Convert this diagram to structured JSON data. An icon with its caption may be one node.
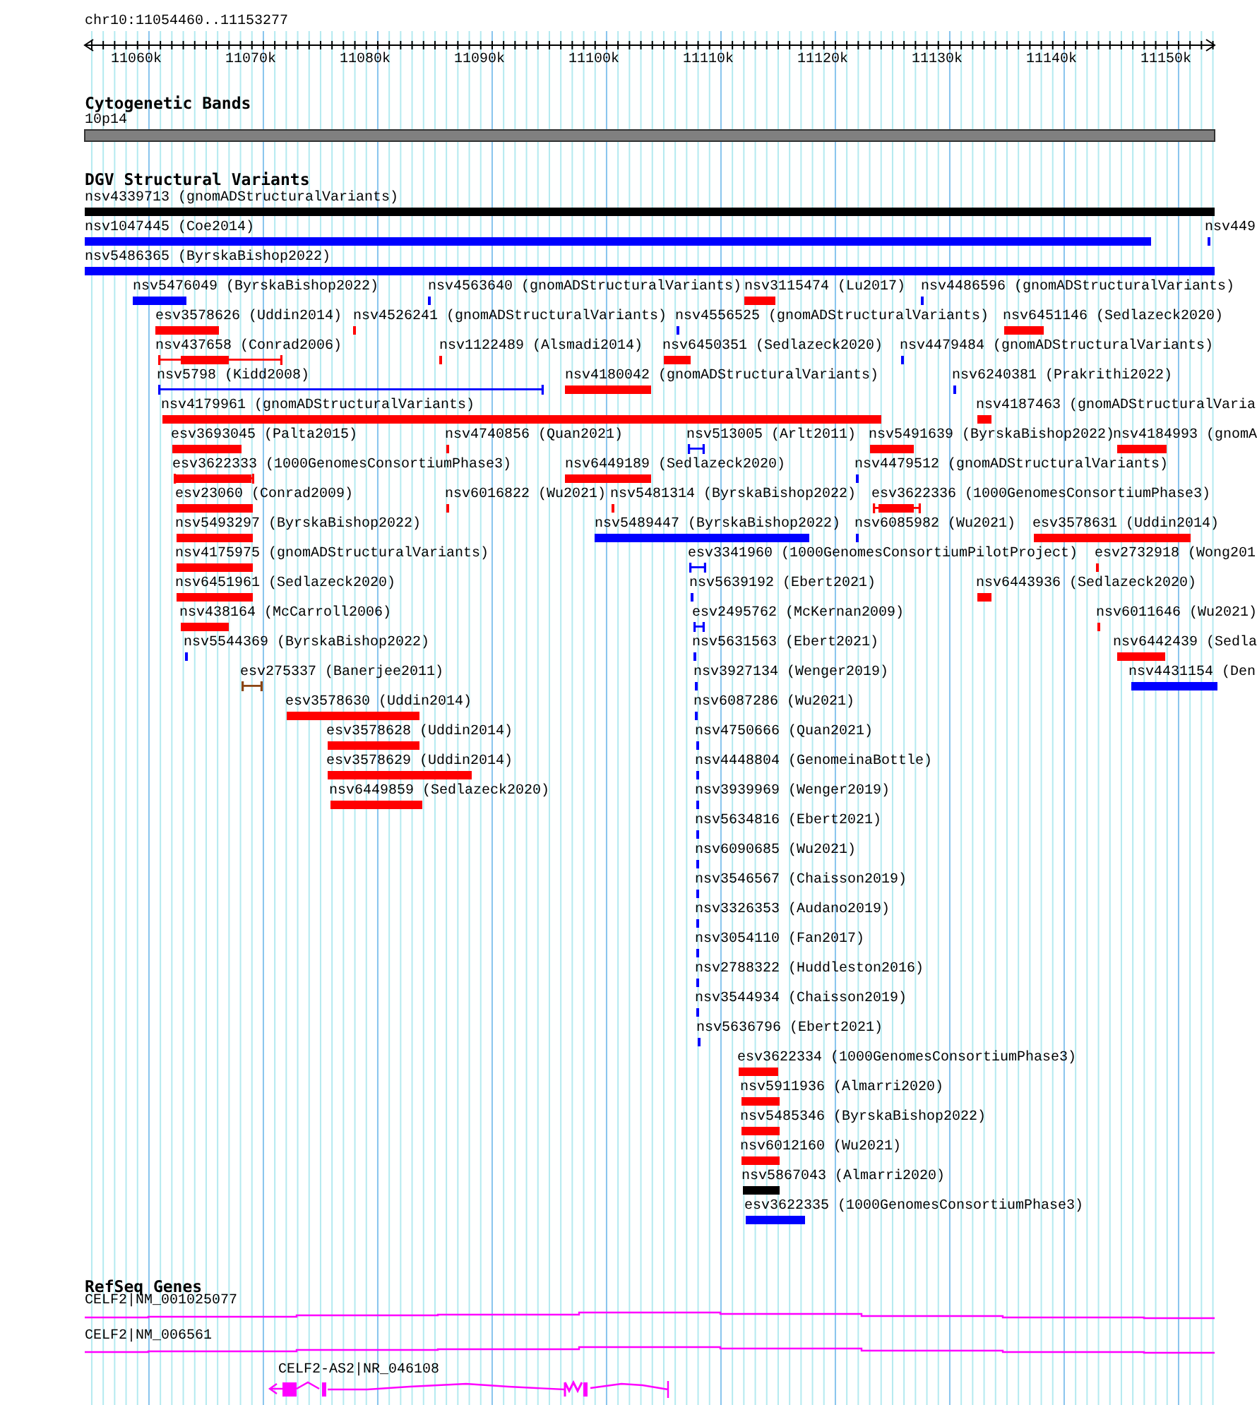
{
  "diagram": {
    "labels": [
      "chr10:11054460..11153277",
      "11060k",
      "11070k",
      "11080k",
      "11090k",
      "11100k",
      "11110k",
      "11120k",
      "11130k",
      "11140k",
      "11150k",
      "Cytogenetic Bands",
      "10p14",
      "DGV Structural Variants",
      "nsv4339713 (gnomADStructuralVariants)",
      "nsv1047445 (Coe2014)",
      "nsv449",
      "nsv5486365 (ByrskaBishop2022)",
      "nsv5476049 (ByrskaBishop2022)",
      "nsv4563640 (gnomADStructuralVariants)",
      "nsv3115474 (Lu2017)",
      "nsv4486596 (gnomADStructuralVariants)",
      "esv3578626 (Uddin2014)",
      "nsv4526241 (gnomADStructuralVariants)",
      "nsv4556525 (gnomADStructuralVariants)",
      "nsv6451146 (Sedlazeck2020)",
      "nsv437658 (Conrad2006)",
      "nsv1122489 (Alsmadi2014)",
      "nsv6450351 (Sedlazeck2020)",
      "nsv4479484 (gnomADStructuralVariants)",
      "nsv5798 (Kidd2008)",
      "nsv4180042 (gnomADStructuralVariants)",
      "nsv6240381 (Prakrithi2022)",
      "nsv4179961 (gnomADStructuralVariants)",
      "nsv4187463 (gnomADStructuralVaria",
      "esv3693045 (Palta2015)",
      "nsv4740856 (Quan2021)",
      "nsv513005 (Arlt2011)",
      "nsv5491639 (ByrskaBishop2022)",
      "nsv4184993 (gnomA",
      "esv3622333 (1000GenomesConsortiumPhase3)",
      "nsv6449189 (Sedlazeck2020)",
      "nsv4479512 (gnomADStructuralVariants)",
      "esv23060 (Conrad2009)",
      "nsv6016822 (Wu2021)",
      "nsv5481314 (ByrskaBishop2022)",
      "esv3622336 (1000GenomesConsortiumPhase3)",
      "nsv5493297 (ByrskaBishop2022)",
      "nsv5489447 (ByrskaBishop2022)",
      "nsv6085982 (Wu2021)",
      "esv3578631 (Uddin2014)",
      "nsv4175975 (gnomADStructuralVariants)",
      "esv3341960 (1000GenomesConsortiumPilotProject)",
      "esv2732918 (Wong201",
      "nsv6451961 (Sedlazeck2020)",
      "nsv5639192 (Ebert2021)",
      "nsv6443936 (Sedlazeck2020)",
      "nsv438164 (McCarroll2006)",
      "esv2495762 (McKernan2009)",
      "nsv6011646 (Wu2021)",
      "nsv5544369 (ByrskaBishop2022)",
      "nsv5631563 (Ebert2021)",
      "nsv6442439 (Sedla",
      "esv275337 (Banerjee2011)",
      "nsv3927134 (Wenger2019)",
      "nsv4431154 (Den",
      "esv3578630 (Uddin2014)",
      "nsv6087286 (Wu2021)",
      "esv3578628 (Uddin2014)",
      "nsv4750666 (Quan2021)",
      "esv3578629 (Uddin2014)",
      "nsv4448804 (GenomeinaBottle)",
      "nsv6449859 (Sedlazeck2020)",
      "nsv3939969 (Wenger2019)",
      "nsv5634816 (Ebert2021)",
      "nsv6090685 (Wu2021)",
      "nsv3546567 (Chaisson2019)",
      "nsv3326353 (Audano2019)",
      "nsv3054110 (Fan2017)",
      "nsv2788322 (Huddleston2016)",
      "nsv3544934 (Chaisson2019)",
      "nsv5636796 (Ebert2021)",
      "esv3622334 (1000GenomesConsortiumPhase3)",
      "nsv5911936 (Almarri2020)",
      "nsv5485346 (ByrskaBishop2022)",
      "nsv6012160 (Wu2021)",
      "nsv5867043 (Almarri2020)",
      "esv3622335 (1000GenomesConsortiumPhase3)",
      "RefSeq Genes",
      "CELF2|NM_001025077",
      "CELF2|NM_006561",
      "CELF2-AS2|NR_046108"
    ]
  }
}
